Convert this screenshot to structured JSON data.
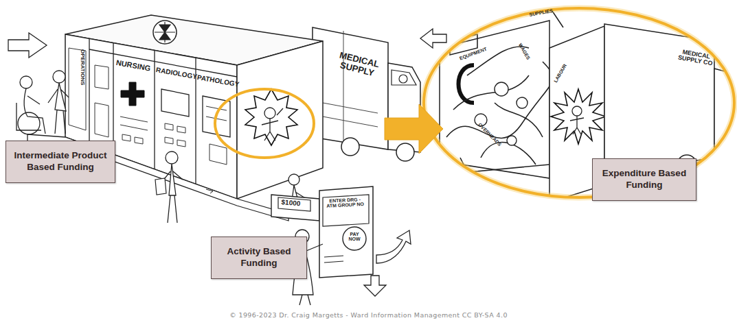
{
  "diagram": {
    "caption": "© 1996-2023 Dr. Craig Margetts - Ward Information Management CC BY-SA 4.0",
    "nodes": [
      {
        "text": [
          "Intermediate Product Based Funding"
        ]
      },
      {
        "text": [
          "Activity Based Funding"
        ]
      },
      {
        "text": [
          "Expenditure Based Funding"
        ]
      }
    ],
    "labels": [
      "OPERATIONS",
      "NURSING",
      "RADIOLOGY",
      "PATHOLOGY",
      "MEDICAL SUPPLY",
      "$1000",
      "ENTER DRG - ATM GROUP NO",
      "PAY NOW",
      "MEDICAL SUPPLY CO",
      "SUPPLIES",
      "EQUIPMENT",
      "OVERHEADS",
      "WAGES",
      "LABOUR"
    ]
  }
}
